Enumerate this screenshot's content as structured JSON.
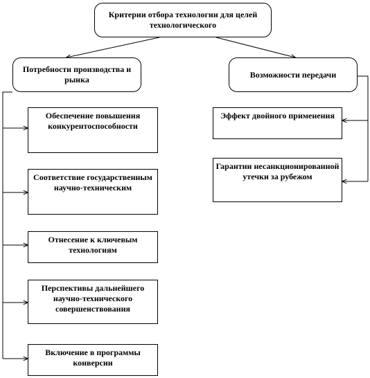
{
  "root": {
    "text": "Критерии отбора технологии для целей технологического"
  },
  "left_branch": {
    "title": "Потребности производства и рынка",
    "items": [
      "Обеспечение повышения конкурентоспособности",
      "Соответствие государственным научно-техническим",
      "Отнесение к ключевым технологиям",
      "Перспективы дальнейшего научно-технического совершенствования",
      "Включение в программы конверсии"
    ]
  },
  "right_branch": {
    "title": "Возможности передачи",
    "items": [
      "Эффект двойного применения",
      "Гарантии несанкционированной утечки за рубежом"
    ]
  },
  "colors": {
    "line": "#000000",
    "fill": "#ffffff",
    "text": "#000000"
  }
}
